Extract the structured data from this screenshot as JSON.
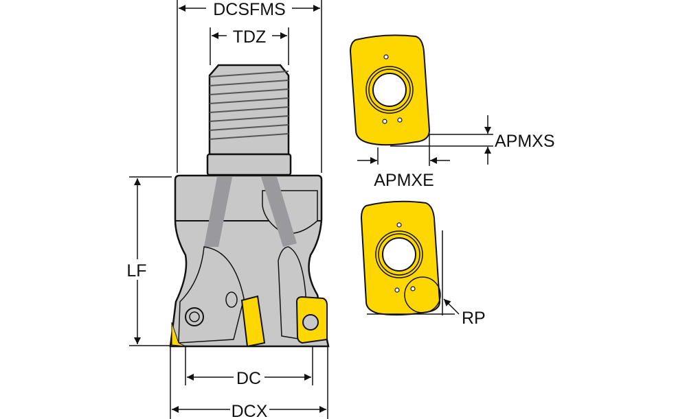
{
  "labels": {
    "dcsfms": "DCSFMS",
    "tdz": "TDZ",
    "lf": "LF",
    "dc": "DC",
    "dcx": "DCX",
    "apmxs": "APMXS",
    "apmxe": "APMXE",
    "rp": "RP"
  },
  "colors": {
    "insert": "#FFD700",
    "body": "#C8C8C8",
    "coolant": "#9A9A9E",
    "outline": "#111111"
  }
}
